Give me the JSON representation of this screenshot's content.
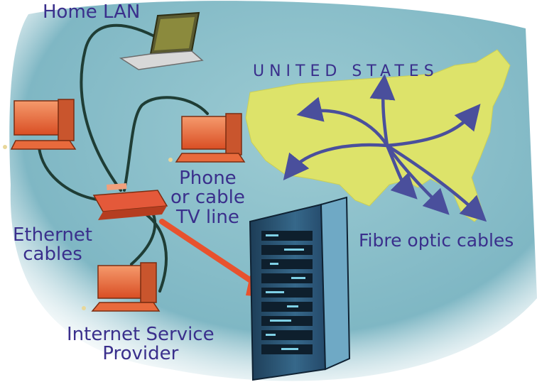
{
  "labels": {
    "home_lan": "Home LAN",
    "phone_line_1": "Phone",
    "phone_line_2": "or cable",
    "phone_line_3": "TV line",
    "ethernet_line_1": "Ethernet",
    "ethernet_line_2": "cables",
    "isp_line_1": "Internet Service",
    "isp_line_2": "Provider",
    "fibre": "Fibre optic cables",
    "country": "UNITED STATES"
  },
  "colors": {
    "ocean": "#7fb7c4",
    "land": "#dde36a",
    "text": "#3a2f8c",
    "cable": "#1f3d35",
    "fibre_arrow": "#4a4f9c",
    "red_arrow": "#e8522e",
    "computer": "#e86a3c",
    "server": "#2f5a78"
  },
  "icons": [
    "laptop-icon",
    "desktop-computer-icon",
    "router-icon",
    "server-rack-icon",
    "map-icon"
  ]
}
